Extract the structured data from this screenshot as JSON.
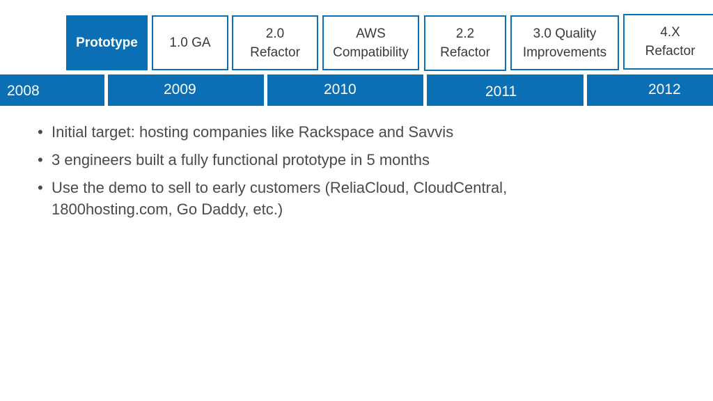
{
  "milestones": [
    {
      "label": "Prototype",
      "active": true
    },
    {
      "label": "1.0 GA"
    },
    {
      "label": "2.0\nRefactor"
    },
    {
      "label": "AWS\nCompatibility"
    },
    {
      "label": "2.2\nRefactor"
    },
    {
      "label": "3.0 Quality\nImprovements"
    },
    {
      "label": "4.X\nRefactor"
    }
  ],
  "years": [
    "2008",
    "2009",
    "2010",
    "2011",
    "2012"
  ],
  "bullet_glyph": "•",
  "bullets": [
    "Initial target: hosting companies like Rackspace and Savvis",
    "3 engineers built a fully functional prototype in 5 months",
    "Use the demo to sell to early customers (ReliaCloud, CloudCentral, 1800hosting.com, Go Daddy, etc.)"
  ],
  "colors": {
    "accent": "#0a6fb5",
    "text": "#4a4a4a",
    "background": "#ffffff"
  }
}
